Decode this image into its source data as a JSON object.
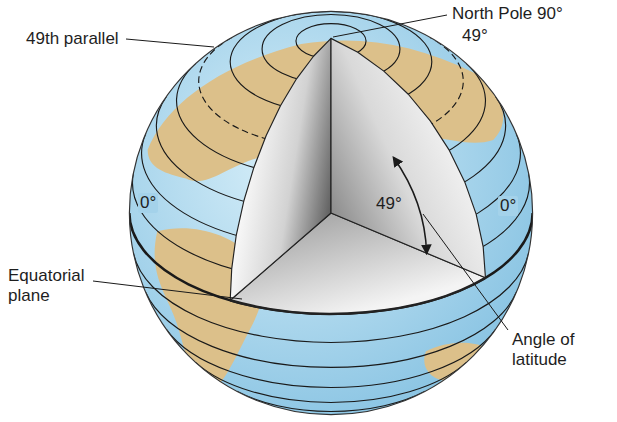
{
  "diagram": {
    "labels": [
      "North Pole 90°",
      "49°",
      "49th parallel",
      "0°",
      "0°",
      "49°",
      "Equatorial plane",
      "Angle of latitude"
    ]
  }
}
